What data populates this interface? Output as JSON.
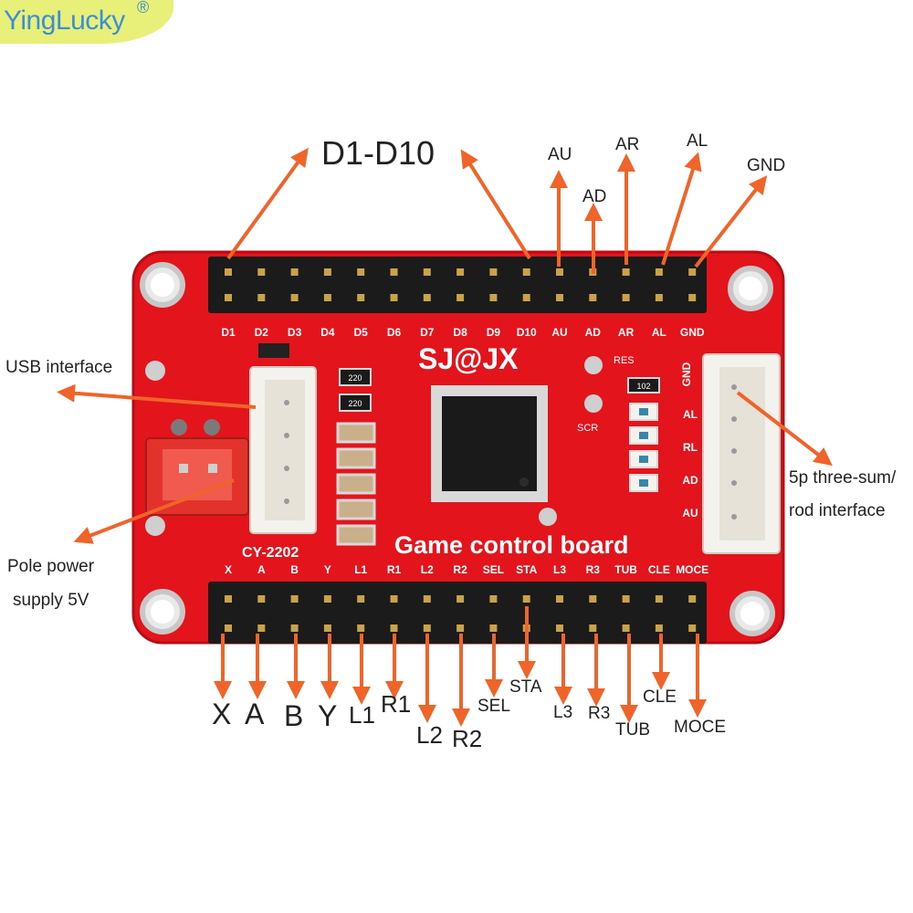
{
  "brand": {
    "name": "YingLucky",
    "registered": "®"
  },
  "board": {
    "silk_title": "SJ@JX",
    "silk_subtitle": "Game control board",
    "silk_model": "CY-2202",
    "silk_res": "RES",
    "silk_scr": "SCR",
    "resistor_values": [
      "220",
      "220",
      "102"
    ],
    "top_pins": [
      "D1",
      "D2",
      "D3",
      "D4",
      "D5",
      "D6",
      "D7",
      "D8",
      "D9",
      "D10",
      "AU",
      "AD",
      "AR",
      "AL",
      "GND"
    ],
    "bottom_pins": [
      "X",
      "A",
      "B",
      "Y",
      "L1",
      "R1",
      "L2",
      "R2",
      "SEL",
      "STA",
      "L3",
      "R3",
      "TUB",
      "CLE",
      "MOCE"
    ],
    "right_pins": [
      "GND",
      "AL",
      "RL",
      "AD",
      "AU"
    ]
  },
  "callouts": {
    "d_range": "D1-D10",
    "au": "AU",
    "ad": "AD",
    "ar": "AR",
    "al": "AL",
    "gnd": "GND",
    "usb": "USB interface",
    "power_line1": "Pole power",
    "power_line2": "supply 5V",
    "rod_line1": "5p three-sum/",
    "rod_line2": "rod interface",
    "x": "X",
    "a": "A",
    "b": "B",
    "y": "Y",
    "l1": "L1",
    "r1": "R1",
    "l2": "L2",
    "r2": "R2",
    "sel": "SEL",
    "sta": "STA",
    "l3": "L3",
    "r3": "R3",
    "tub": "TUB",
    "cle": "CLE",
    "moce": "MOCE"
  },
  "colors": {
    "pcb": "#e3141b",
    "arrow": "#f0642a",
    "header": "#1b1b1b",
    "chip": "#1a1a1a",
    "connector": "#f4f2ec",
    "silkscreen": "#ffffff"
  }
}
